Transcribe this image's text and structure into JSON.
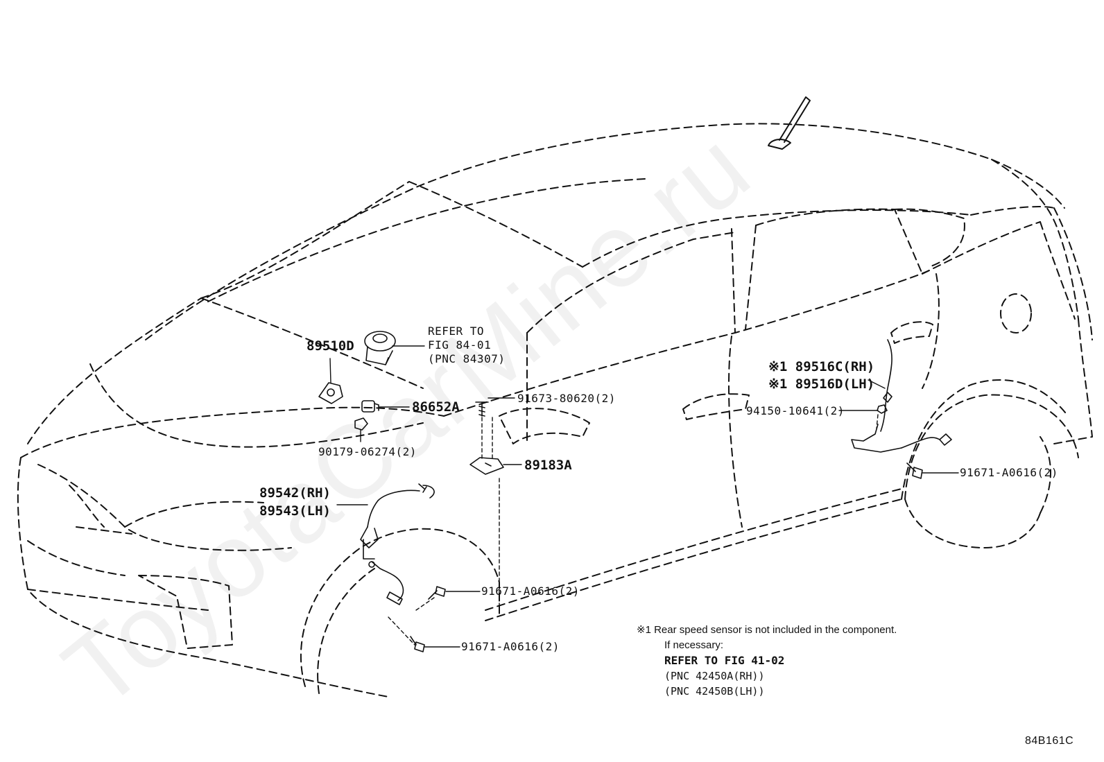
{
  "labels": {
    "p89510D": "89510D",
    "refer_line1": "REFER TO",
    "refer_line2": "FIG 84-01",
    "refer_line3": "(PNC 84307)",
    "p86652A": "86652A",
    "p90179": "90179-06274(2)",
    "p91673": "91673-80620(2)",
    "p89183A": "89183A",
    "p89542": "89542(RH)",
    "p89543": "89543(LH)",
    "p91671_front_upper": "91671-A0616(2)",
    "p91671_front_lower": "91671-A0616(2)",
    "p89516C": "※1 89516C(RH)",
    "p89516D": "※1 89516D(LH)",
    "p94150": "94150-10641(2)",
    "p91671_rear": "91671-A0616(2)"
  },
  "note": {
    "marker": "※1",
    "line1": "Rear speed sensor is not included in the component.",
    "line2": "If necessary:",
    "line3": "REFER TO FIG 41-02",
    "line4": "(PNC 42450A(RH))",
    "line5": "(PNC 42450B(LH))"
  },
  "figure_code": "84B161C",
  "watermark": "ToyotaCarMine.ru",
  "colors": {
    "line": "#111111",
    "background": "#ffffff"
  }
}
